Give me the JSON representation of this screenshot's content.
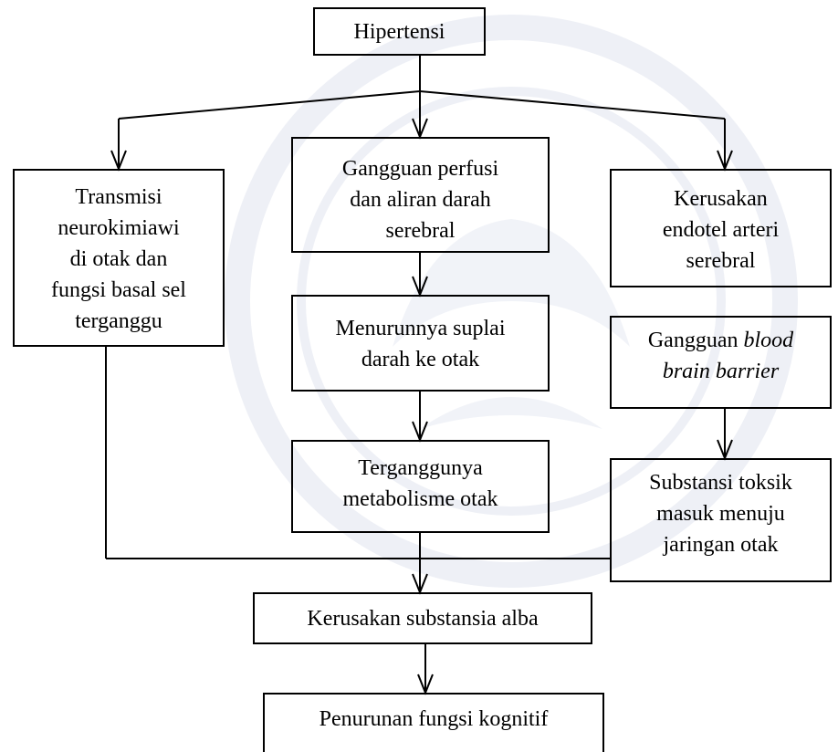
{
  "nodes": {
    "hipertensi": {
      "lines": [
        "Hipertensi"
      ]
    },
    "transmisi": {
      "lines": [
        "Transmisi",
        "neurokimiawi",
        "di otak dan",
        "fungsi basal sel",
        "terganggu"
      ]
    },
    "gangguan_perfusi": {
      "lines": [
        "Gangguan perfusi",
        "dan aliran darah",
        "serebral"
      ]
    },
    "kerusakan_endotel": {
      "lines": [
        "Kerusakan",
        "endotel arteri",
        "serebral"
      ]
    },
    "menurunnya_suplai": {
      "lines": [
        "Menurunnya suplai",
        "darah ke otak"
      ]
    },
    "gangguan_bbb": {
      "line1_prefix": "Gangguan ",
      "line1_italic": "blood",
      "line2_italic": "brain barrier"
    },
    "terganggunya_metabolisme": {
      "lines": [
        "Terganggunya",
        "metabolisme otak"
      ]
    },
    "substansi_toksik": {
      "lines": [
        "Substansi toksik",
        "masuk menuju",
        "jaringan otak"
      ]
    },
    "kerusakan_alba": {
      "lines": [
        "Kerusakan substansia alba"
      ]
    },
    "penurunan_kognitif": {
      "lines": [
        "Penurunan fungsi kognitif"
      ]
    }
  },
  "colors": {
    "line": "#000000",
    "watermark": "#eef0f6"
  }
}
